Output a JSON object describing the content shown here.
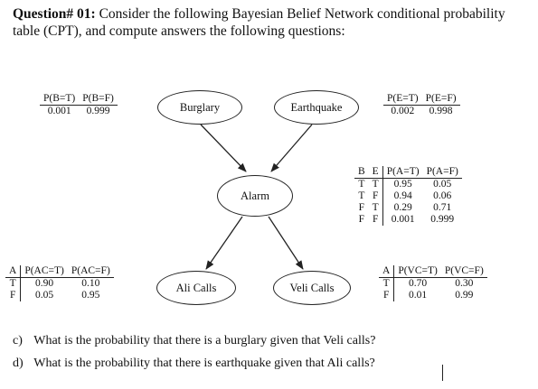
{
  "question": {
    "number": "Question# 01:",
    "text": " Consider the following Bayesian Belief Network conditional probability table (CPT), and compute answers the following questions:"
  },
  "nodes": {
    "burglary": "Burglary",
    "earthquake": "Earthquake",
    "alarm": "Alarm",
    "ali_calls": "Ali Calls",
    "veli_calls": "Veli Calls"
  },
  "cpt_burglary": {
    "headers": [
      "P(B=T)",
      "P(B=F)"
    ],
    "row": [
      "0.001",
      "0.999"
    ]
  },
  "cpt_earthquake": {
    "headers": [
      "P(E=T)",
      "P(E=F)"
    ],
    "row": [
      "0.002",
      "0.998"
    ]
  },
  "cpt_alarm": {
    "headers": [
      "B",
      "E",
      "P(A=T)",
      "P(A=F)"
    ],
    "rows": [
      [
        "T",
        "T",
        "0.95",
        "0.05"
      ],
      [
        "T",
        "F",
        "0.94",
        "0.06"
      ],
      [
        "F",
        "T",
        "0.29",
        "0.71"
      ],
      [
        "F",
        "F",
        "0.001",
        "0.999"
      ]
    ]
  },
  "cpt_ali": {
    "headers": [
      "A",
      "P(AC=T)",
      "P(AC=F)"
    ],
    "rows": [
      [
        "T",
        "0.90",
        "0.10"
      ],
      [
        "F",
        "0.05",
        "0.95"
      ]
    ]
  },
  "cpt_veli": {
    "headers": [
      "A",
      "P(VC=T)",
      "P(VC=F)"
    ],
    "rows": [
      [
        "T",
        "0.70",
        "0.30"
      ],
      [
        "F",
        "0.01",
        "0.99"
      ]
    ]
  },
  "questions": [
    {
      "label": "c)",
      "text": "What is the probability that there is a burglary given that Veli calls?"
    },
    {
      "label": "d)",
      "text": "What is the probability that there is earthquake given that Ali calls?"
    }
  ]
}
